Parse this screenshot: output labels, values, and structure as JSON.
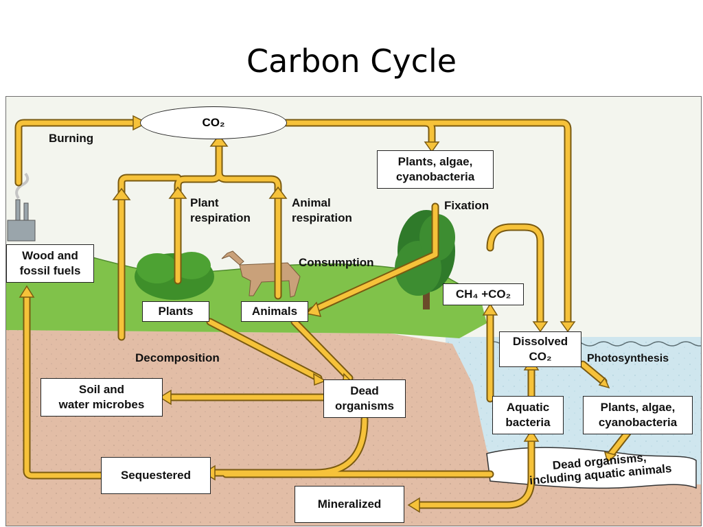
{
  "title": "Carbon Cycle",
  "nodes": {
    "co2_atmosphere": "CO₂",
    "plants_algae_top": "Plants, algae,\ncyanobacteria",
    "wood_fossil": "Wood and\nfossil fuels",
    "plants": "Plants",
    "animals": "Animals",
    "ch4_co2": "CH₄ +CO₂",
    "dissolved_co2_top": "Dissolved",
    "dissolved_co2_bottom": "CO₂",
    "soil_microbes": "Soil and\nwater microbes",
    "dead_organisms": "Dead\norganisms",
    "aquatic_bacteria": "Aquatic\nbacteria",
    "plants_algae_aquatic": "Plants, algae,\ncyanobacteria",
    "sequestered": "Sequestered",
    "mineralized": "Mineralized",
    "dead_aquatic": "Dead organisms,\nincluding aquatic animals"
  },
  "labels": {
    "burning": "Burning",
    "plant_respiration": "Plant\nrespiration",
    "animal_respiration": "Animal\nrespiration",
    "fixation": "Fixation",
    "consumption": "Consumption",
    "decomposition": "Decomposition",
    "photosynthesis": "Photosynthesis"
  },
  "colors": {
    "arrow_fill": "#f7c33c",
    "arrow_outline": "#7a5a10",
    "sky": "#f4f6ee",
    "grass": "#7fc24a",
    "soil": "#e3bfa7",
    "water": "#cde6ef"
  }
}
